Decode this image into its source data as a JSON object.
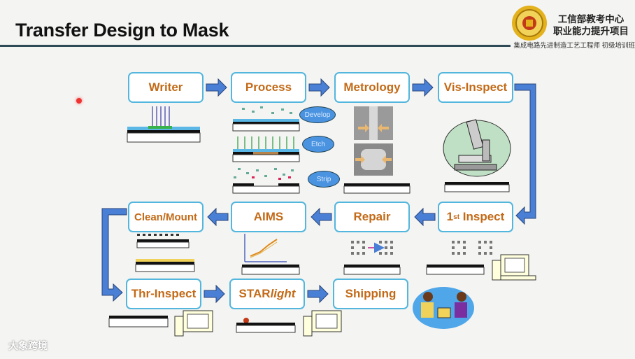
{
  "slide": {
    "title": "Transfer Design to Mask",
    "org_line1": "工信部教考中心",
    "org_line2": "职业能力提升项目",
    "subtitle": "集成电路先进制造工艺工程师 初级培训班"
  },
  "steps": {
    "writer": "Writer",
    "process": "Process",
    "metrology": "Metrology",
    "vis_inspect": "Vis-Inspect",
    "first_inspect_num": "1",
    "first_inspect_sup": "st",
    "first_inspect_label": "Inspect",
    "repair": "Repair",
    "aims": "AIMS",
    "clean_mount": "Clean/Mount",
    "thr_inspect": "Thr-Inspect",
    "starlight_prefix": "STAR",
    "starlight_italic": "light",
    "shipping": "Shipping"
  },
  "bubbles": {
    "develop": "Develop",
    "etch": "Etch",
    "strip": "Strip"
  },
  "watermark": "大象跨境",
  "colors": {
    "box_border": "#53b6dd",
    "label": "#c36a17",
    "arrow": "#4a7fd6"
  }
}
